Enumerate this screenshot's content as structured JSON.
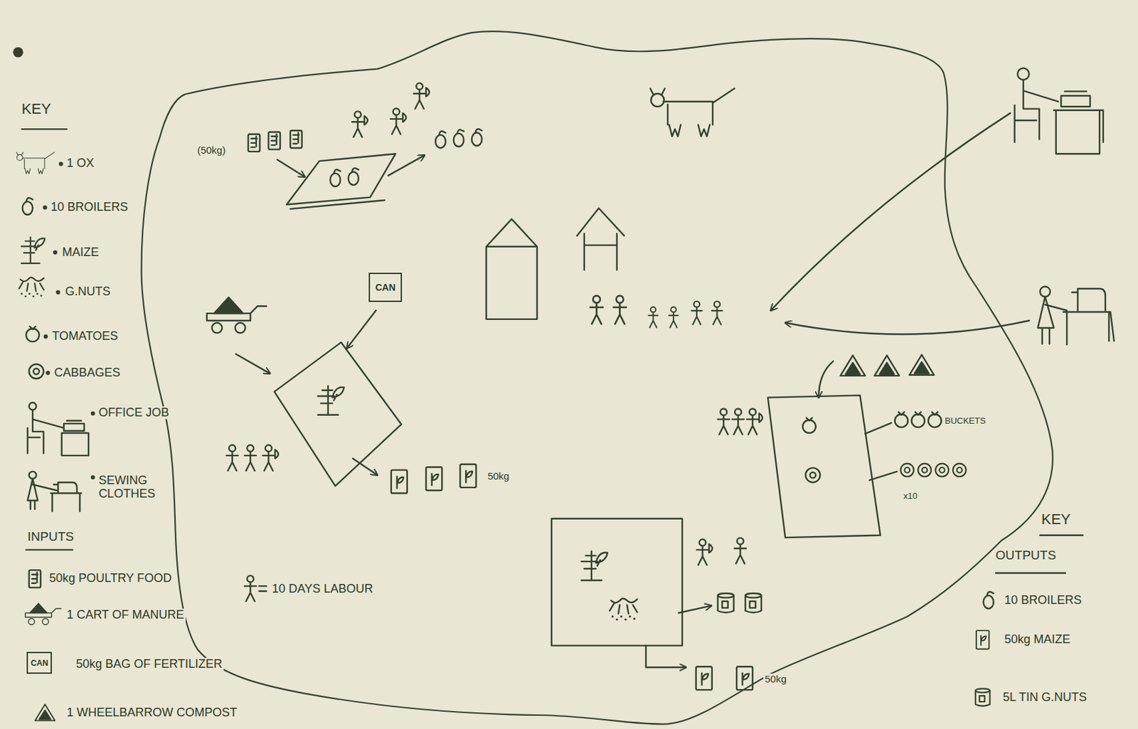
{
  "diagram": {
    "nodes": [
      {
        "text": [
          "CAN"
        ]
      },
      {
        "text": [
          "CAN"
        ]
      }
    ],
    "labels": [
      "KEY",
      "INPUTS",
      "(50kg)",
      "50kg",
      "BUCKETS",
      "x10",
      "50kg",
      "KEY",
      "OUTPUTS"
    ],
    "legend": [
      {
        "text": "1 OX"
      },
      {
        "text": "10 BROILERS"
      },
      {
        "text": "MAIZE"
      },
      {
        "text": "G.NUTS"
      },
      {
        "text": "TOMATOES"
      },
      {
        "text": "CABBAGES"
      },
      {
        "text": "OFFICE JOB"
      },
      {
        "text": "SEWING CLOTHES"
      },
      {
        "text": "50kg POULTRY FOOD"
      },
      {
        "text": "1 CART OF MANURE"
      },
      {
        "text": "50kg BAG OF FERTILIZER"
      },
      {
        "text": "1 WHEELBARROW COMPOST"
      },
      {
        "text": "10 DAYS LABOUR"
      },
      {
        "text": "10 BROILERS"
      },
      {
        "text": "50kg MAIZE"
      },
      {
        "text": "5L TIN G.NUTS"
      }
    ]
  }
}
